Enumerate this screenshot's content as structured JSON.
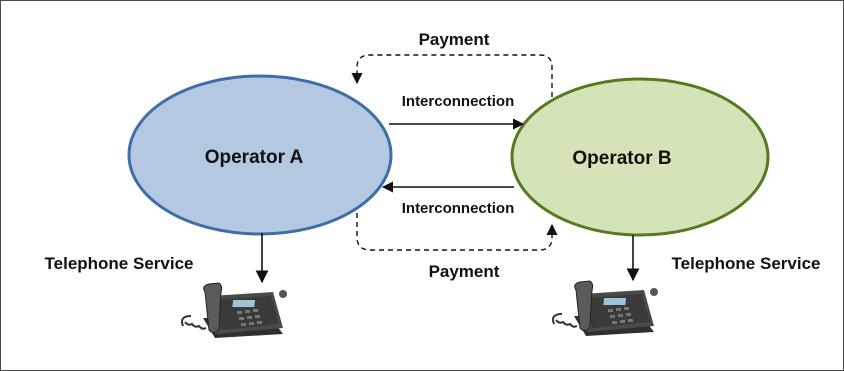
{
  "operator_a": {
    "label": "Operator A",
    "fill": "#b4c8e2",
    "stroke": "#3f6da8"
  },
  "operator_b": {
    "label": "Operator B",
    "fill": "#d5e3b9",
    "stroke": "#557a20"
  },
  "links": {
    "interconnection_top": "Interconnection",
    "interconnection_bottom": "Interconnection",
    "payment_top": "Payment",
    "payment_bottom": "Payment"
  },
  "services": {
    "left": "Telephone Service",
    "right": "Telephone Service",
    "icon": "telephone-icon"
  }
}
